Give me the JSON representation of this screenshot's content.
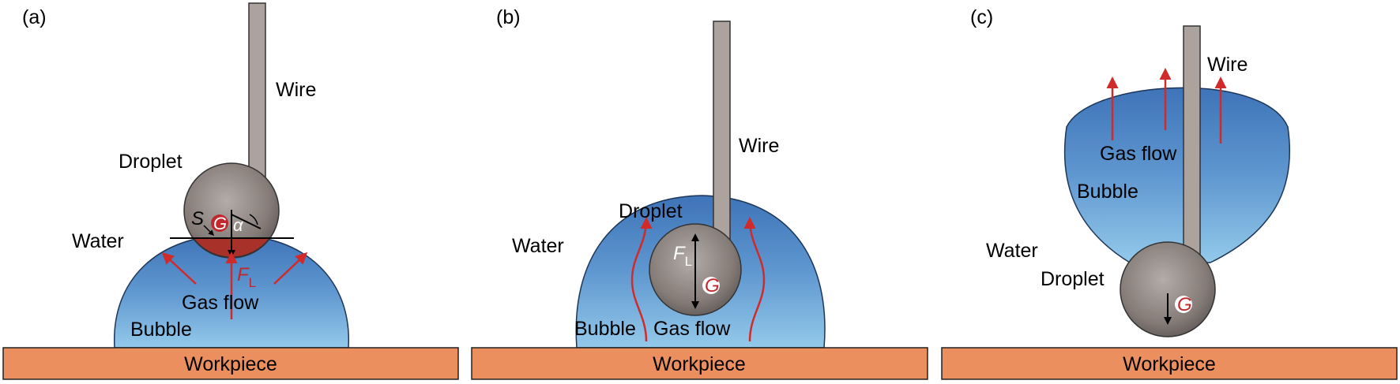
{
  "panels": [
    {
      "tag": "(a)",
      "wire": "Wire",
      "droplet": "Droplet",
      "water": "Water",
      "gas_flow": "Gas flow",
      "bubble": "Bubble",
      "workpiece": "Workpiece",
      "symbols": {
        "S": "S",
        "G": "G",
        "alpha": "α",
        "F": "F",
        "F_sub": "L"
      }
    },
    {
      "tag": "(b)",
      "wire": "Wire",
      "droplet": "Droplet",
      "water": "Water",
      "gas_flow": "Gas flow",
      "bubble": "Bubble",
      "workpiece": "Workpiece",
      "symbols": {
        "G": "G",
        "F": "F",
        "F_sub": "L"
      }
    },
    {
      "tag": "(c)",
      "wire": "Wire",
      "droplet": "Droplet",
      "water": "Water",
      "gas_flow": "Gas flow",
      "bubble": "Bubble",
      "workpiece": "Workpiece",
      "symbols": {
        "G": "G"
      }
    }
  ],
  "colors": {
    "workpiece": "#ec8f5e",
    "wire": "#aca39e",
    "gas_arrow": "#d02a2a",
    "contact_area": "#a8312a",
    "bubble_top": "#4f86c6",
    "bubble_bottom": "#8cc3e8"
  }
}
